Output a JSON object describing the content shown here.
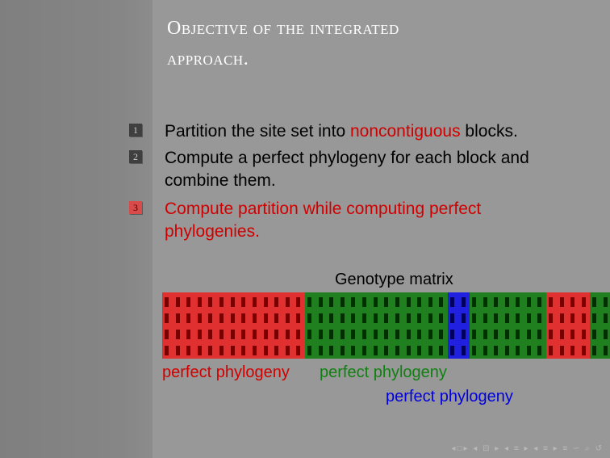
{
  "slide": {
    "title_line1": "Objective of the integrated",
    "title_line2": "approach."
  },
  "items": [
    {
      "number": "1",
      "text_before": "Partition the site set into ",
      "highlight": "noncontiguous",
      "text_after": " blocks."
    },
    {
      "number": "2",
      "line1": "Compute a perfect phylogeny for each block and",
      "line2": "combine them."
    },
    {
      "number": "3",
      "line1": "Compute partition while computing perfect",
      "line2": "phylogenies."
    }
  ],
  "matrix": {
    "title": "Genotype matrix",
    "blocks": [
      {
        "color": "#e03030",
        "cell_color": "#7a0000",
        "columns": 13
      },
      {
        "color": "#208020",
        "cell_color": "#003000",
        "columns": 13
      },
      {
        "color": "#2020e0",
        "cell_color": "#000060",
        "columns": 2
      },
      {
        "color": "#208020",
        "cell_color": "#003000",
        "columns": 7
      },
      {
        "color": "#e03030",
        "cell_color": "#7a0000",
        "columns": 4
      },
      {
        "color": "#208020",
        "cell_color": "#003000",
        "columns": 2
      }
    ],
    "rows": 4,
    "labels": [
      {
        "text": "perfect phylogeny",
        "color": "#d00000"
      },
      {
        "text": "perfect phylogeny",
        "color": "#108010"
      },
      {
        "text": "perfect phylogeny",
        "color": "#0000e0"
      }
    ]
  },
  "nav_icons": [
    "arrow-left-icon",
    "frame-icon",
    "arrow-right-icon",
    "subsection-icon",
    "section-icon",
    "toc-icon",
    "search-icon"
  ]
}
